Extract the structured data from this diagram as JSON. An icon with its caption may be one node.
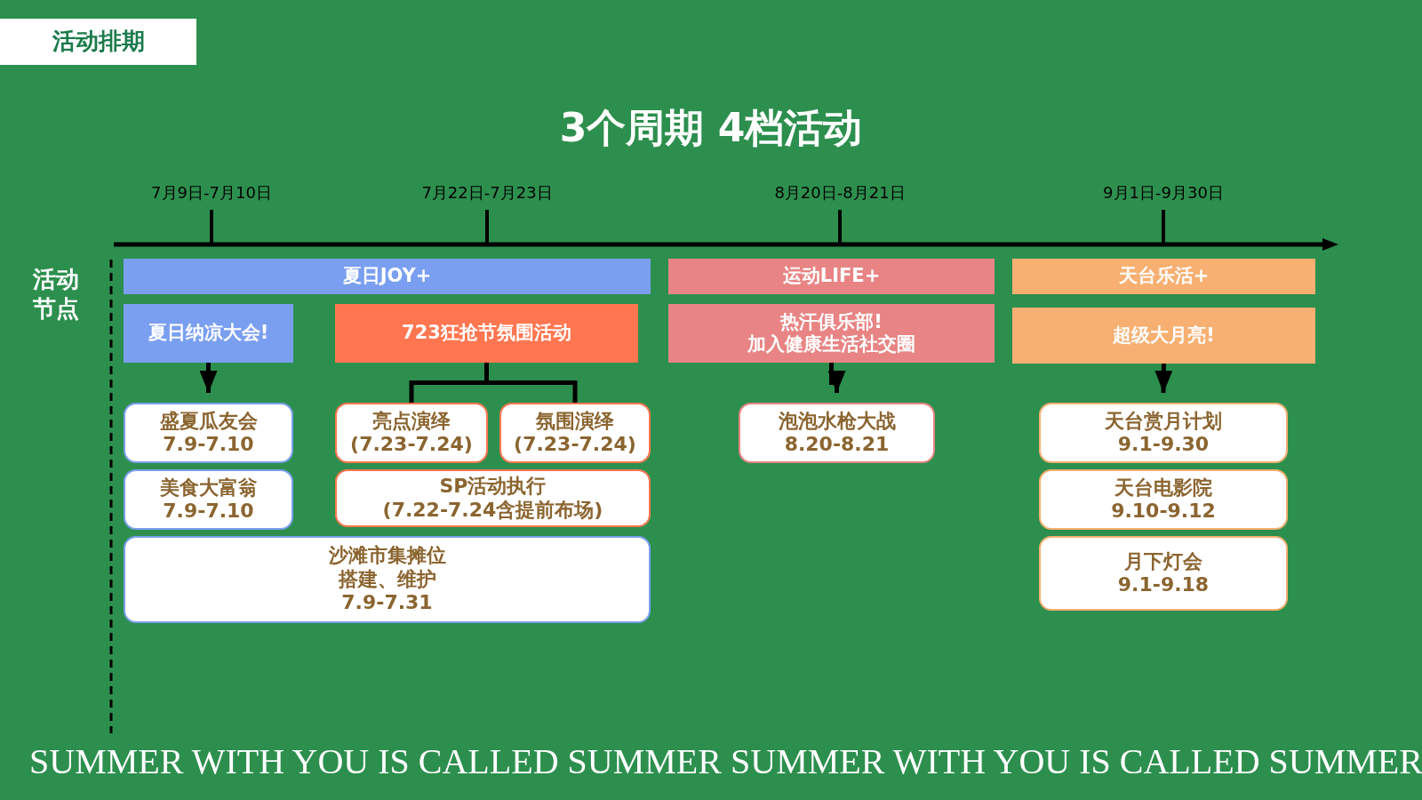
{
  "diagram": {
    "title": "3个周期 4档活动",
    "nodes": [
      {
        "text": [
          "活动排期"
        ]
      },
      {
        "text": [
          "夏日JOY+"
        ]
      },
      {
        "text": [
          "夏日纳凉大会!"
        ]
      },
      {
        "text": [
          "723狂抢节氛围活动"
        ]
      },
      {
        "text": [
          "运动LIFE+"
        ]
      },
      {
        "text": [
          "热汗俱乐部!",
          "加入健康生活社交圈"
        ]
      },
      {
        "text": [
          "天台乐活+"
        ]
      },
      {
        "text": [
          "超级大月亮!"
        ]
      },
      {
        "text": [
          "盛夏瓜友会",
          "7.9-7.10"
        ]
      },
      {
        "text": [
          "美食大富翁",
          "7.9-7.10"
        ]
      },
      {
        "text": [
          "亮点演绎",
          "(7.23-7.24)"
        ]
      },
      {
        "text": [
          "氛围演绎",
          "(7.23-7.24)"
        ]
      },
      {
        "text": [
          "SP活动执行",
          "(7.22-7.24含提前布场)"
        ]
      },
      {
        "text": [
          "沙滩市集摊位",
          "搭建、维护",
          "7.9-7.31"
        ]
      },
      {
        "text": [
          "泡泡水枪大战",
          "8.20-8.21"
        ]
      },
      {
        "text": [
          "天台赏月计划",
          "9.1-9.30"
        ]
      },
      {
        "text": [
          "天台电影院",
          "9.10-9.12"
        ]
      },
      {
        "text": [
          "月下灯会",
          "9.1-9.18"
        ]
      }
    ],
    "edges": [
      {
        "from": 2,
        "to": 8,
        "arrow": "to"
      },
      {
        "from": 3,
        "to": 10,
        "arrow": "none"
      },
      {
        "from": 3,
        "to": 11,
        "arrow": "none"
      },
      {
        "from": 5,
        "to": 14,
        "arrow": "to"
      },
      {
        "from": 7,
        "to": 15,
        "arrow": "to"
      }
    ],
    "labels": [
      "7月9日-7月10日",
      "7月22日-7月23日",
      "8月20日-8月21日",
      "9月1日-9月30日",
      "活动节点",
      "SUMMER WITH YOU IS CALLED SUMMER",
      "SUMMER WITH YOU IS CALLED SUMMER"
    ]
  }
}
